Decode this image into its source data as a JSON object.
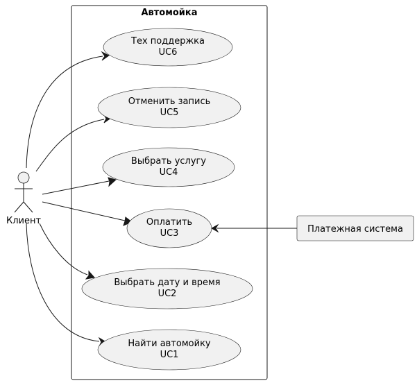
{
  "system": {
    "title": "Автомойка"
  },
  "actor": {
    "name": "Клиент"
  },
  "external_system": {
    "name": "Платежная система"
  },
  "use_cases": [
    {
      "name": "Тех поддержка",
      "id": "UC6"
    },
    {
      "name": "Отменить запись",
      "id": "UC5"
    },
    {
      "name": "Выбрать услугу",
      "id": "UC4"
    },
    {
      "name": "Оплатить",
      "id": "UC3"
    },
    {
      "name": "Выбрать дату и время",
      "id": "UC2"
    },
    {
      "name": "Найти автомойку",
      "id": "UC1"
    }
  ],
  "colors": {
    "fill": "#f1f1f1",
    "stroke": "#181818"
  }
}
